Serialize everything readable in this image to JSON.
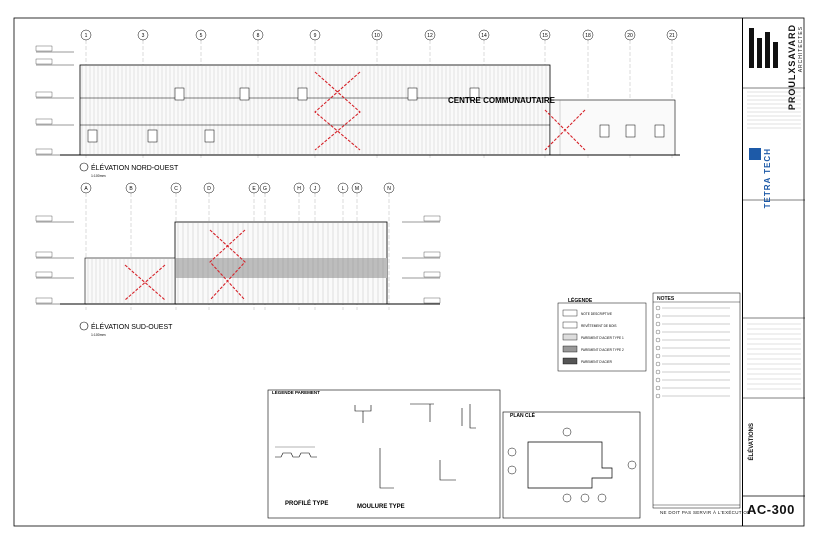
{
  "title_block": {
    "firm_name": "PROULXSAVARD",
    "firm_sub": "ARCHITECTES",
    "engineer": "TETRA TECH",
    "drawing_title": "ÉLÉVATIONS",
    "sheet_number": "AC-300",
    "not_for_execution": "NE DOIT PAS SERVIR À L'EXÉCUTION"
  },
  "top_elevation": {
    "title": "ÉLÉVATION NORD-OUEST",
    "scale": "1:100mm",
    "building_label": "CENTRE COMMUNAUTAIRE",
    "grid_labels": [
      "1",
      "3",
      "5",
      "8",
      "9",
      "10",
      "12",
      "14",
      "15",
      "18",
      "20",
      "21"
    ]
  },
  "bottom_elevation": {
    "title": "ÉLÉVATION SUD-OUEST",
    "scale": "1:100mm",
    "grid_labels": [
      "A",
      "B",
      "C",
      "D",
      "E",
      "G",
      "H",
      "J",
      "L",
      "M",
      "N"
    ]
  },
  "legend": {
    "title": "LÉGENDE",
    "items": [
      "NOTE DESCRIPTIVE",
      "REVÊTEMENT DE BOIS",
      "PAREMENT D'ACIER TYPE 1",
      "PAREMENT D'ACIER TYPE 2",
      "PAREMENT D'ACIER"
    ]
  },
  "notes": {
    "title": "NOTES"
  },
  "parement_legend": {
    "title": "LÉGENDE PAREMENT",
    "profile_title": "PROFILÉ TYPE",
    "moulure_title": "MOULURE TYPE"
  },
  "key_plan": {
    "title": "PLAN CLÉ"
  }
}
